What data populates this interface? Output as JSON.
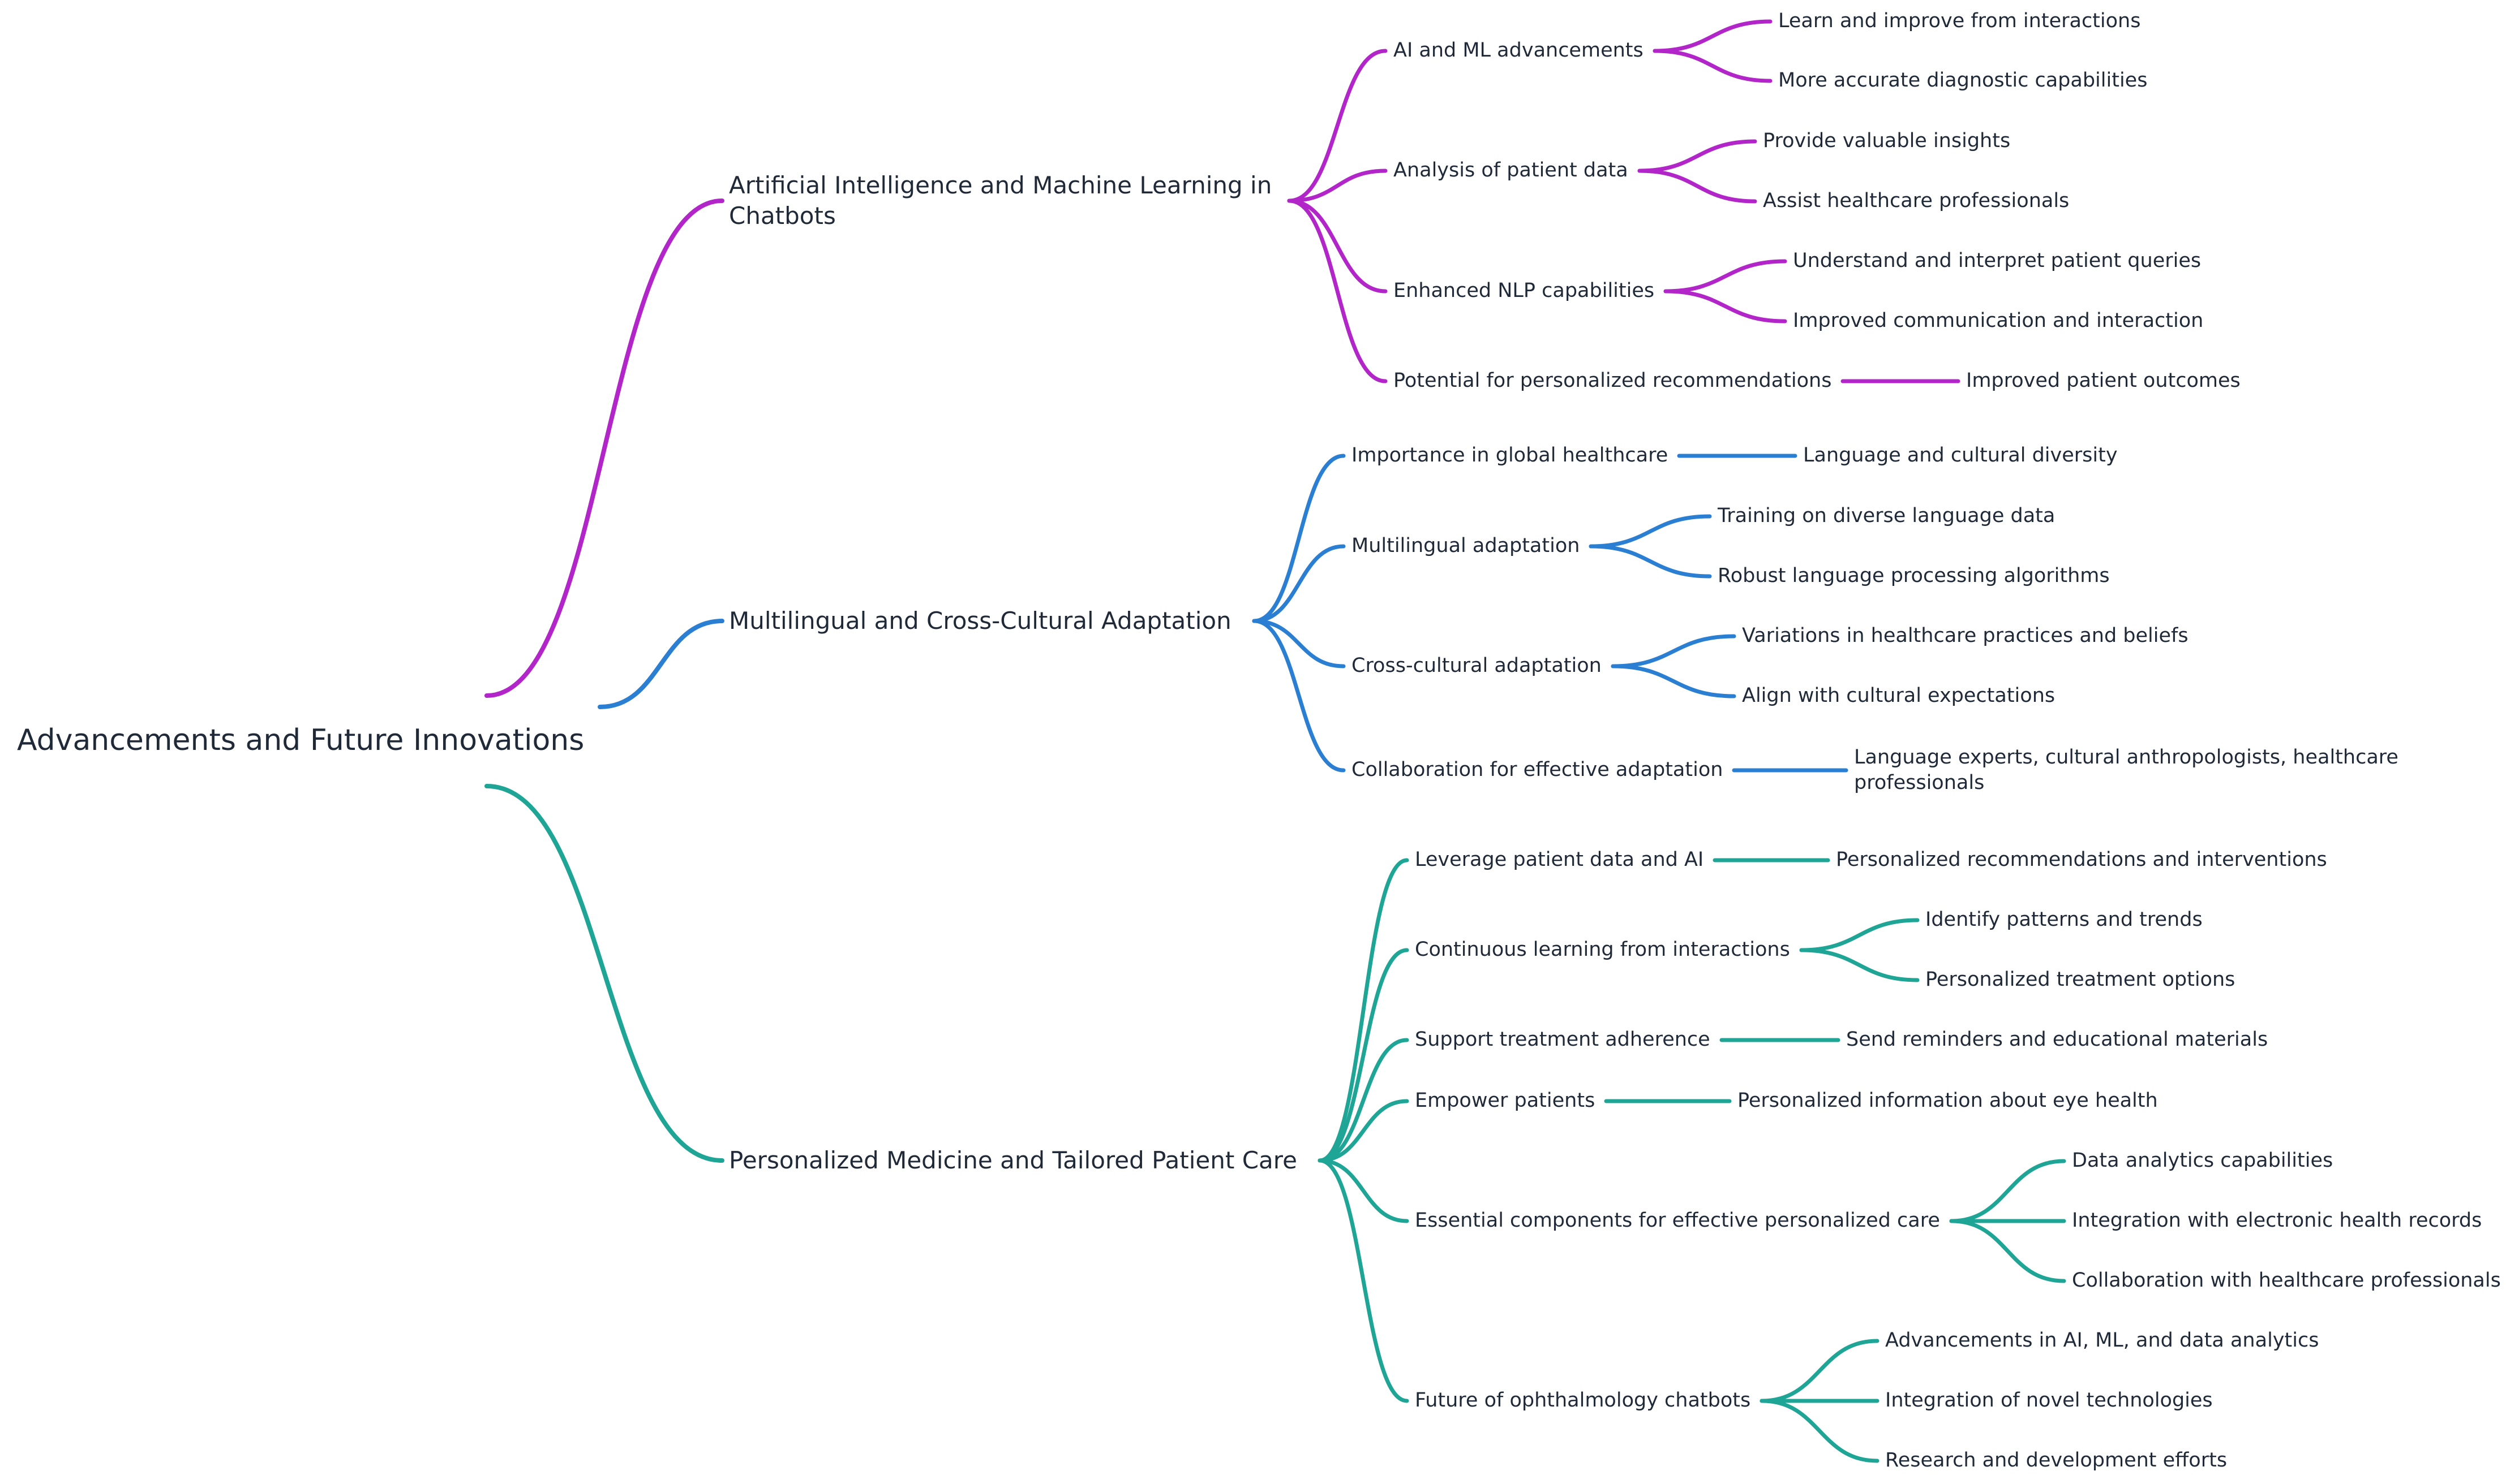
{
  "diagram": {
    "root": "Advancements and Future Innovations",
    "branches": [
      {
        "label": "Artificial Intelligence and Machine Learning in Chatbots",
        "color": "#b125c9",
        "children": [
          {
            "label": "AI and ML advancements",
            "children": [
              "Learn and improve from interactions",
              "More accurate diagnostic capabilities"
            ]
          },
          {
            "label": "Analysis of patient data",
            "children": [
              "Provide valuable insights",
              "Assist healthcare professionals"
            ]
          },
          {
            "label": "Enhanced NLP capabilities",
            "children": [
              "Understand and interpret patient queries",
              "Improved communication and interaction"
            ]
          },
          {
            "label": "Potential for personalized recommendations",
            "children": [
              "Improved patient outcomes"
            ]
          }
        ]
      },
      {
        "label": "Multilingual and Cross-Cultural Adaptation",
        "color": "#2b7fd3",
        "children": [
          {
            "label": "Importance in global healthcare",
            "children": [
              "Language and cultural diversity"
            ]
          },
          {
            "label": "Multilingual adaptation",
            "children": [
              "Training on diverse language data",
              "Robust language processing algorithms"
            ]
          },
          {
            "label": "Cross-cultural adaptation",
            "children": [
              "Variations in healthcare practices and beliefs",
              "Align with cultural expectations"
            ]
          },
          {
            "label": "Collaboration for effective adaptation",
            "children": [
              "Language experts, cultural anthropologists, healthcare professionals"
            ]
          }
        ]
      },
      {
        "label": "Personalized Medicine and Tailored Patient Care",
        "color": "#1ea595",
        "children": [
          {
            "label": "Leverage patient data and AI",
            "children": [
              "Personalized recommendations and interventions"
            ]
          },
          {
            "label": "Continuous learning from interactions",
            "children": [
              "Identify patterns and trends",
              "Personalized treatment options"
            ]
          },
          {
            "label": "Support treatment adherence",
            "children": [
              "Send reminders and educational materials"
            ]
          },
          {
            "label": "Empower patients",
            "children": [
              "Personalized information about eye health"
            ]
          },
          {
            "label": "Essential components for effective personalized care",
            "children": [
              "Data analytics capabilities",
              "Integration with electronic health records",
              "Collaboration with healthcare professionals"
            ]
          },
          {
            "label": "Future of ophthalmology chatbots",
            "children": [
              "Advancements in AI, ML, and data analytics",
              "Integration of novel technologies",
              "Research and development efforts"
            ]
          }
        ]
      }
    ]
  }
}
